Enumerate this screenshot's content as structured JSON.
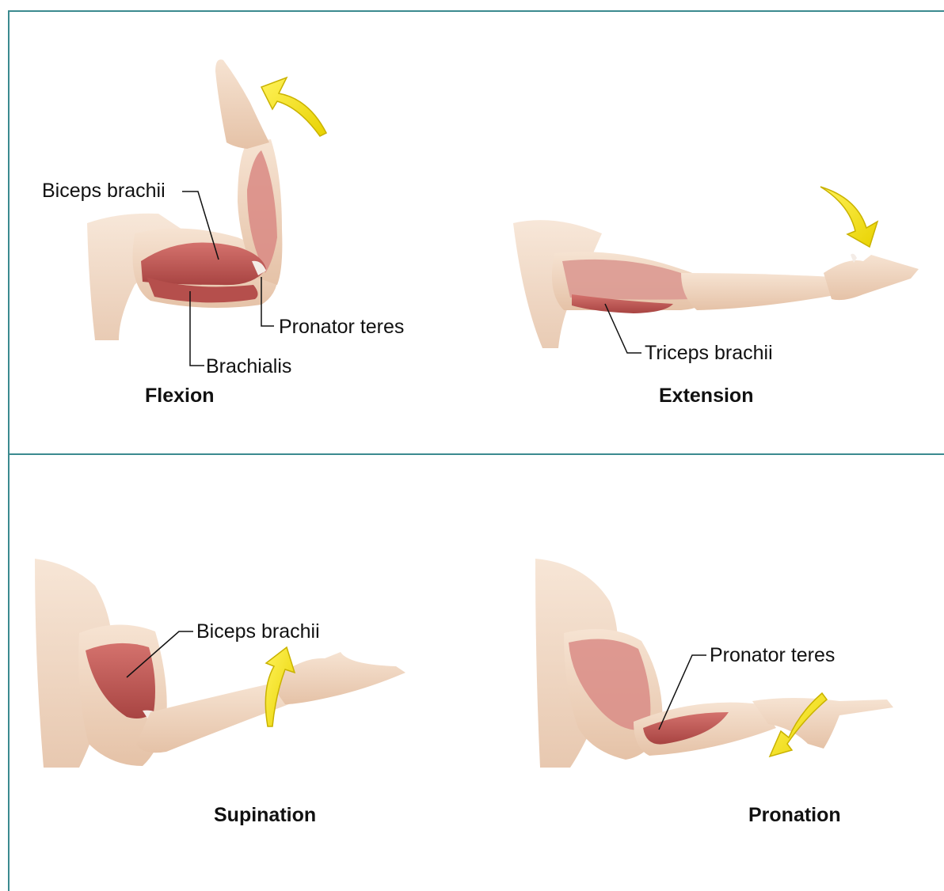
{
  "colors": {
    "frame": "#3b8a8f",
    "skin": "#f2d9c4",
    "skin_shadow": "#d9b49a",
    "muscle": "#c9605d",
    "muscle_dark": "#a8403f",
    "tendon": "#f4ece6",
    "arrow": "#f5e400",
    "arrow_edge": "#c9b200",
    "leader": "#111111"
  },
  "panels": [
    {
      "id": "flexion",
      "caption": "Flexion",
      "labels": [
        "Biceps brachii",
        "Pronator teres",
        "Brachialis"
      ]
    },
    {
      "id": "extension",
      "caption": "Extension",
      "labels": [
        "Triceps brachii"
      ]
    },
    {
      "id": "supination",
      "caption": "Supination",
      "labels": [
        "Biceps brachii"
      ]
    },
    {
      "id": "pronation",
      "caption": "Pronation",
      "labels": [
        "Pronator teres"
      ]
    }
  ]
}
